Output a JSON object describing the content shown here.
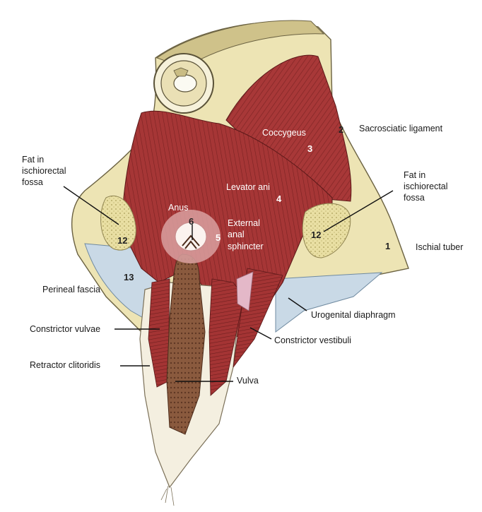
{
  "labels": {
    "sacrosciatic_ligament": "Sacrosciatic ligament",
    "coccygeus": "Coccygeus",
    "fat_left_1": "Fat in",
    "fat_left_2": "ischiorectal",
    "fat_left_3": "fossa",
    "fat_right_1": "Fat in",
    "fat_right_2": "ischiorectal",
    "fat_right_3": "fossa",
    "levator_ani": "Levator ani",
    "anus": "Anus",
    "external_1": "External",
    "external_2": "anal",
    "external_3": "sphincter",
    "ischial_tuber": "Ischial tuber",
    "perineal_fascia": "Perineal fascia",
    "urogenital_diaphragm": "Urogenital diaphragm",
    "constrictor_vulvae": "Constrictor vulvae",
    "constrictor_vestibuli": "Constrictor vestibuli",
    "retractor_clitoridis": "Retractor clitoridis",
    "vulva": "Vulva"
  },
  "numbers": {
    "n1": "1",
    "n2": "2",
    "n3": "3",
    "n4": "4",
    "n5": "5",
    "n6": "6",
    "n12a": "12",
    "n12b": "12",
    "n13": "13"
  },
  "colors": {
    "bone": "#ede4b4",
    "muscle": "#a83838",
    "muscle_dark": "#7e2424",
    "fat": "#e9dfa3",
    "fascia": "#c9d9e6",
    "skin": "#f4efe0",
    "vulva": "#8a5a3e"
  }
}
